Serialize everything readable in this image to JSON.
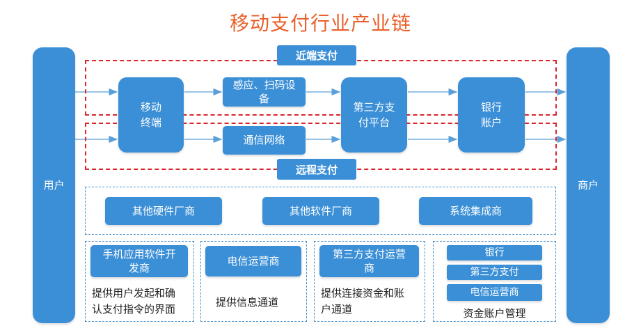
{
  "title": "移动支付行业产业链",
  "left_column": "用户",
  "right_column": "商户",
  "near_label": "近端支付",
  "remote_label": "远程支付",
  "mobile_terminal": [
    "移动",
    "终端"
  ],
  "sensing_device": [
    "感应、扫码设",
    "备"
  ],
  "telecom_network": "通信网络",
  "third_party_platform": [
    "第三方支",
    "付平台"
  ],
  "bank_account": [
    "银行",
    "账户"
  ],
  "vendors": [
    "其他硬件厂商",
    "其他软件厂商",
    "系统集成商"
  ],
  "panels": [
    {
      "title": [
        "手机应用软件开",
        "发商"
      ],
      "desc": [
        "提供用户发起和确",
        "认支付指令的界面"
      ]
    },
    {
      "title": [
        "电信运营商"
      ],
      "desc": [
        "提供信息通道"
      ]
    },
    {
      "title": [
        "第三方支付运营",
        "商"
      ],
      "desc": [
        "提供连接资金和账",
        "户通道"
      ]
    }
  ],
  "account_panel": {
    "items": [
      "银行",
      "第三方支付",
      "电信运营商"
    ],
    "desc": "资金账户管理"
  },
  "colors": {
    "box": "#3b8fd6",
    "title": "#e8612c",
    "red_dash": "#d9262c",
    "blue_dash": "#4a90c8"
  }
}
